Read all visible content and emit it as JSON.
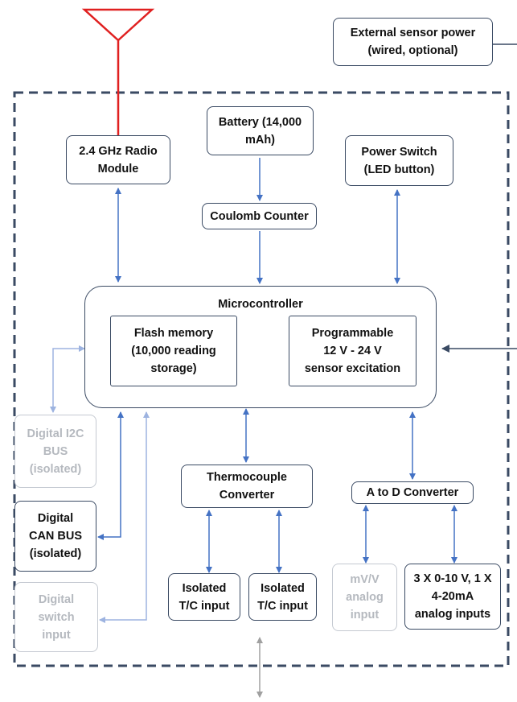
{
  "nodes": {
    "external_power": "External sensor power\n(wired, optional)",
    "radio": "2.4 GHz Radio\nModule",
    "battery": "Battery (14,000\nmAh)",
    "power_switch": "Power Switch\n(LED button)",
    "coulomb": "Coulomb Counter",
    "microcontroller": "Microcontroller",
    "flash": "Flash memory\n(10,000 reading\nstorage)",
    "excitation": "Programmable\n12 V - 24 V\nsensor excitation",
    "i2c": "Digital I2C\nBUS\n(isolated)",
    "can": "Digital\nCAN BUS\n(isolated)",
    "switch_input": "Digital\nswitch\ninput",
    "thermocouple": "Thermocouple\nConverter",
    "tc1": "Isolated\nT/C input",
    "tc2": "Isolated\nT/C input",
    "adc": "A to D Converter",
    "mvv": "mV/V\nanalog\ninput",
    "analog_inputs": "3 X 0-10 V, 1 X\n4-20mA\nanalog inputs"
  },
  "colors": {
    "box_border": "#3a4a63",
    "arrow_blue": "#4472c4",
    "arrow_light": "#9db3e0",
    "antenna": "#e02020",
    "dashed_border": "#3a4a63",
    "grey_box": "#c4c9d1"
  }
}
